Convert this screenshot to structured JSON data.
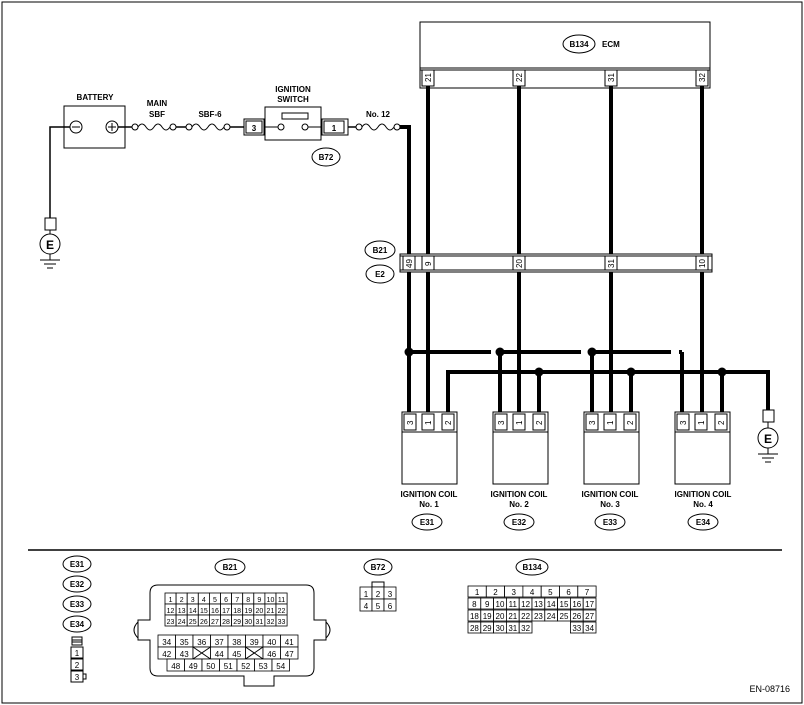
{
  "components": {
    "battery": "BATTERY",
    "main_sbf": [
      "MAIN",
      "SBF"
    ],
    "sbf6": "SBF-6",
    "ignition_switch": [
      "IGNITION",
      "SWITCH"
    ],
    "fuse12": "No. 12",
    "ecm": "ECM",
    "ground": "E"
  },
  "connectors": {
    "b134": "B134",
    "b72": "B72",
    "b21": "B21",
    "e2": "E2",
    "e31": "E31",
    "e32": "E32",
    "e33": "E33",
    "e34": "E34"
  },
  "pins": {
    "switch_in": "3",
    "switch_out": "1",
    "ecm": [
      "21",
      "22",
      "31",
      "32"
    ],
    "b21": [
      "49",
      "9",
      "20",
      "31",
      "10"
    ],
    "coil": [
      "3",
      "1",
      "2"
    ]
  },
  "coils": [
    {
      "line1": "IGNITION COIL",
      "line2": "No. 1",
      "conn": "E31"
    },
    {
      "line1": "IGNITION COIL",
      "line2": "No. 2",
      "conn": "E32"
    },
    {
      "line1": "IGNITION COIL",
      "line2": "No. 3",
      "conn": "E33"
    },
    {
      "line1": "IGNITION COIL",
      "line2": "No. 4",
      "conn": "E34"
    }
  ],
  "legend": {
    "e3x_pins": [
      "1",
      "2",
      "3"
    ],
    "b21_rows": [
      [
        "1",
        "2",
        "3",
        "4",
        "5",
        "6",
        "7",
        "8",
        "9",
        "10",
        "11"
      ],
      [
        "12",
        "13",
        "14",
        "15",
        "16",
        "17",
        "18",
        "19",
        "20",
        "21",
        "22"
      ],
      [
        "23",
        "24",
        "25",
        "26",
        "27",
        "28",
        "29",
        "30",
        "31",
        "32",
        "33"
      ],
      [
        "34",
        "35",
        "36",
        "37",
        "38",
        "39",
        "40",
        "41"
      ],
      [
        "42",
        "43",
        "",
        "44",
        "45",
        "",
        "46",
        "47"
      ],
      [
        "48",
        "49",
        "50",
        "51",
        "52",
        "53",
        "54"
      ]
    ],
    "b72_rows": [
      [
        "1",
        "2",
        "3"
      ],
      [
        "4",
        "5",
        "6"
      ]
    ],
    "b134_rows": [
      [
        "1",
        "2",
        "3",
        "4",
        "5",
        "6",
        "7"
      ],
      [
        "8",
        "9",
        "10",
        "11",
        "12",
        "13",
        "14",
        "15",
        "16",
        "17"
      ],
      [
        "18",
        "19",
        "20",
        "21",
        "22",
        "23",
        "24",
        "25",
        "26",
        "27"
      ],
      [
        "28",
        "29",
        "30",
        "31",
        "32",
        "33",
        "34"
      ]
    ]
  },
  "figure_id": "EN-08716"
}
